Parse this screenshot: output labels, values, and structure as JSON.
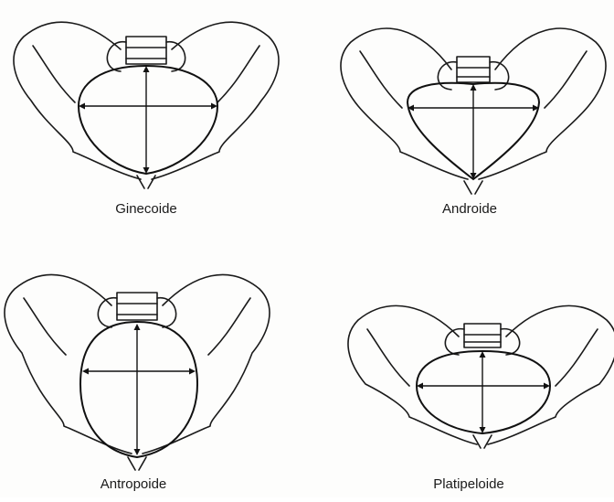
{
  "figure": {
    "panels": [
      {
        "id": "ginecoide",
        "label": "Ginecoide",
        "inlet_shape": "round"
      },
      {
        "id": "androide",
        "label": "Androide",
        "inlet_shape": "heart"
      },
      {
        "id": "antropoide",
        "label": "Antropoide",
        "inlet_shape": "oval-vertical"
      },
      {
        "id": "platipeloide",
        "label": "Platipeloide",
        "inlet_shape": "oval-horizontal"
      }
    ],
    "line_color": "#111111",
    "background": "#fdfdfc"
  }
}
